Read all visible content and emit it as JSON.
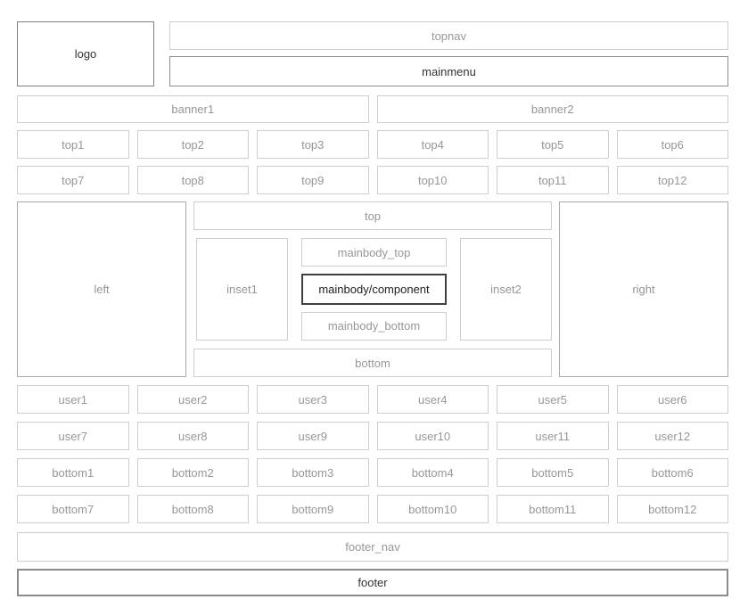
{
  "positions": {
    "logo": "logo",
    "topnav": "topnav",
    "mainmenu": "mainmenu",
    "banners": [
      "banner1",
      "banner2"
    ],
    "top_row": [
      "top1",
      "top2",
      "top3",
      "top4",
      "top5",
      "top6",
      "top7",
      "top8",
      "top9",
      "top10",
      "top11",
      "top12"
    ],
    "left": "left",
    "right": "right",
    "top": "top",
    "bottom": "bottom",
    "inset1": "inset1",
    "inset2": "inset2",
    "mainbody_top": "mainbody_top",
    "component": "mainbody/component",
    "mainbody_bottom": "mainbody_bottom",
    "user_row": [
      "user1",
      "user2",
      "user3",
      "user4",
      "user5",
      "user6",
      "user7",
      "user8",
      "user9",
      "user10",
      "user11",
      "user12"
    ],
    "bottom_row": [
      "bottom1",
      "bottom2",
      "bottom3",
      "bottom4",
      "bottom5",
      "bottom6",
      "bottom7",
      "bottom8",
      "bottom9",
      "bottom10",
      "bottom11",
      "bottom12"
    ],
    "footer_nav": "footer_nav",
    "footer": "footer"
  },
  "colors": {
    "light_border": "#cecece",
    "medium_border": "#a9a9a9",
    "strong_border": "#7f7f7f",
    "component_border": "#3f3f3f",
    "footer_border": "#8a8a8a",
    "muted_text": "#979797",
    "dark_text": "#333333",
    "background": "#ffffff"
  }
}
